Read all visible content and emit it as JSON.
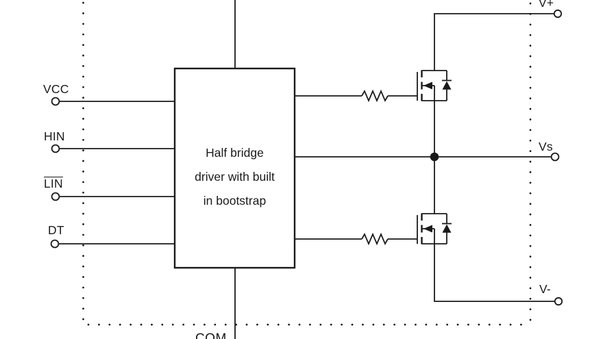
{
  "diagram": {
    "kind": "half-bridge-gate-driver-schematic",
    "block": {
      "lines": [
        "Half bridge",
        "driver with built",
        "in bootstrap"
      ]
    },
    "left_terminals": [
      {
        "label": "VCC",
        "overline": false
      },
      {
        "label": "HIN",
        "overline": false
      },
      {
        "label": "LIN",
        "overline": true
      },
      {
        "label": "DT",
        "overline": false
      }
    ],
    "right_terminals": [
      {
        "label": "V+"
      },
      {
        "label": "Vs"
      },
      {
        "label": "V-"
      }
    ],
    "bottom_terminal": {
      "label": "COM"
    },
    "icons": {
      "high_side_switch": "nmos-with-body-diode-icon",
      "low_side_switch": "nmos-with-body-diode-icon",
      "gate_resistor": "resistor-zigzag-icon",
      "terminal": "open-circle-terminal-icon",
      "node": "filled-junction-dot-icon"
    },
    "colors": {
      "line": "#1a1a1a",
      "background": "#ffffff"
    }
  }
}
